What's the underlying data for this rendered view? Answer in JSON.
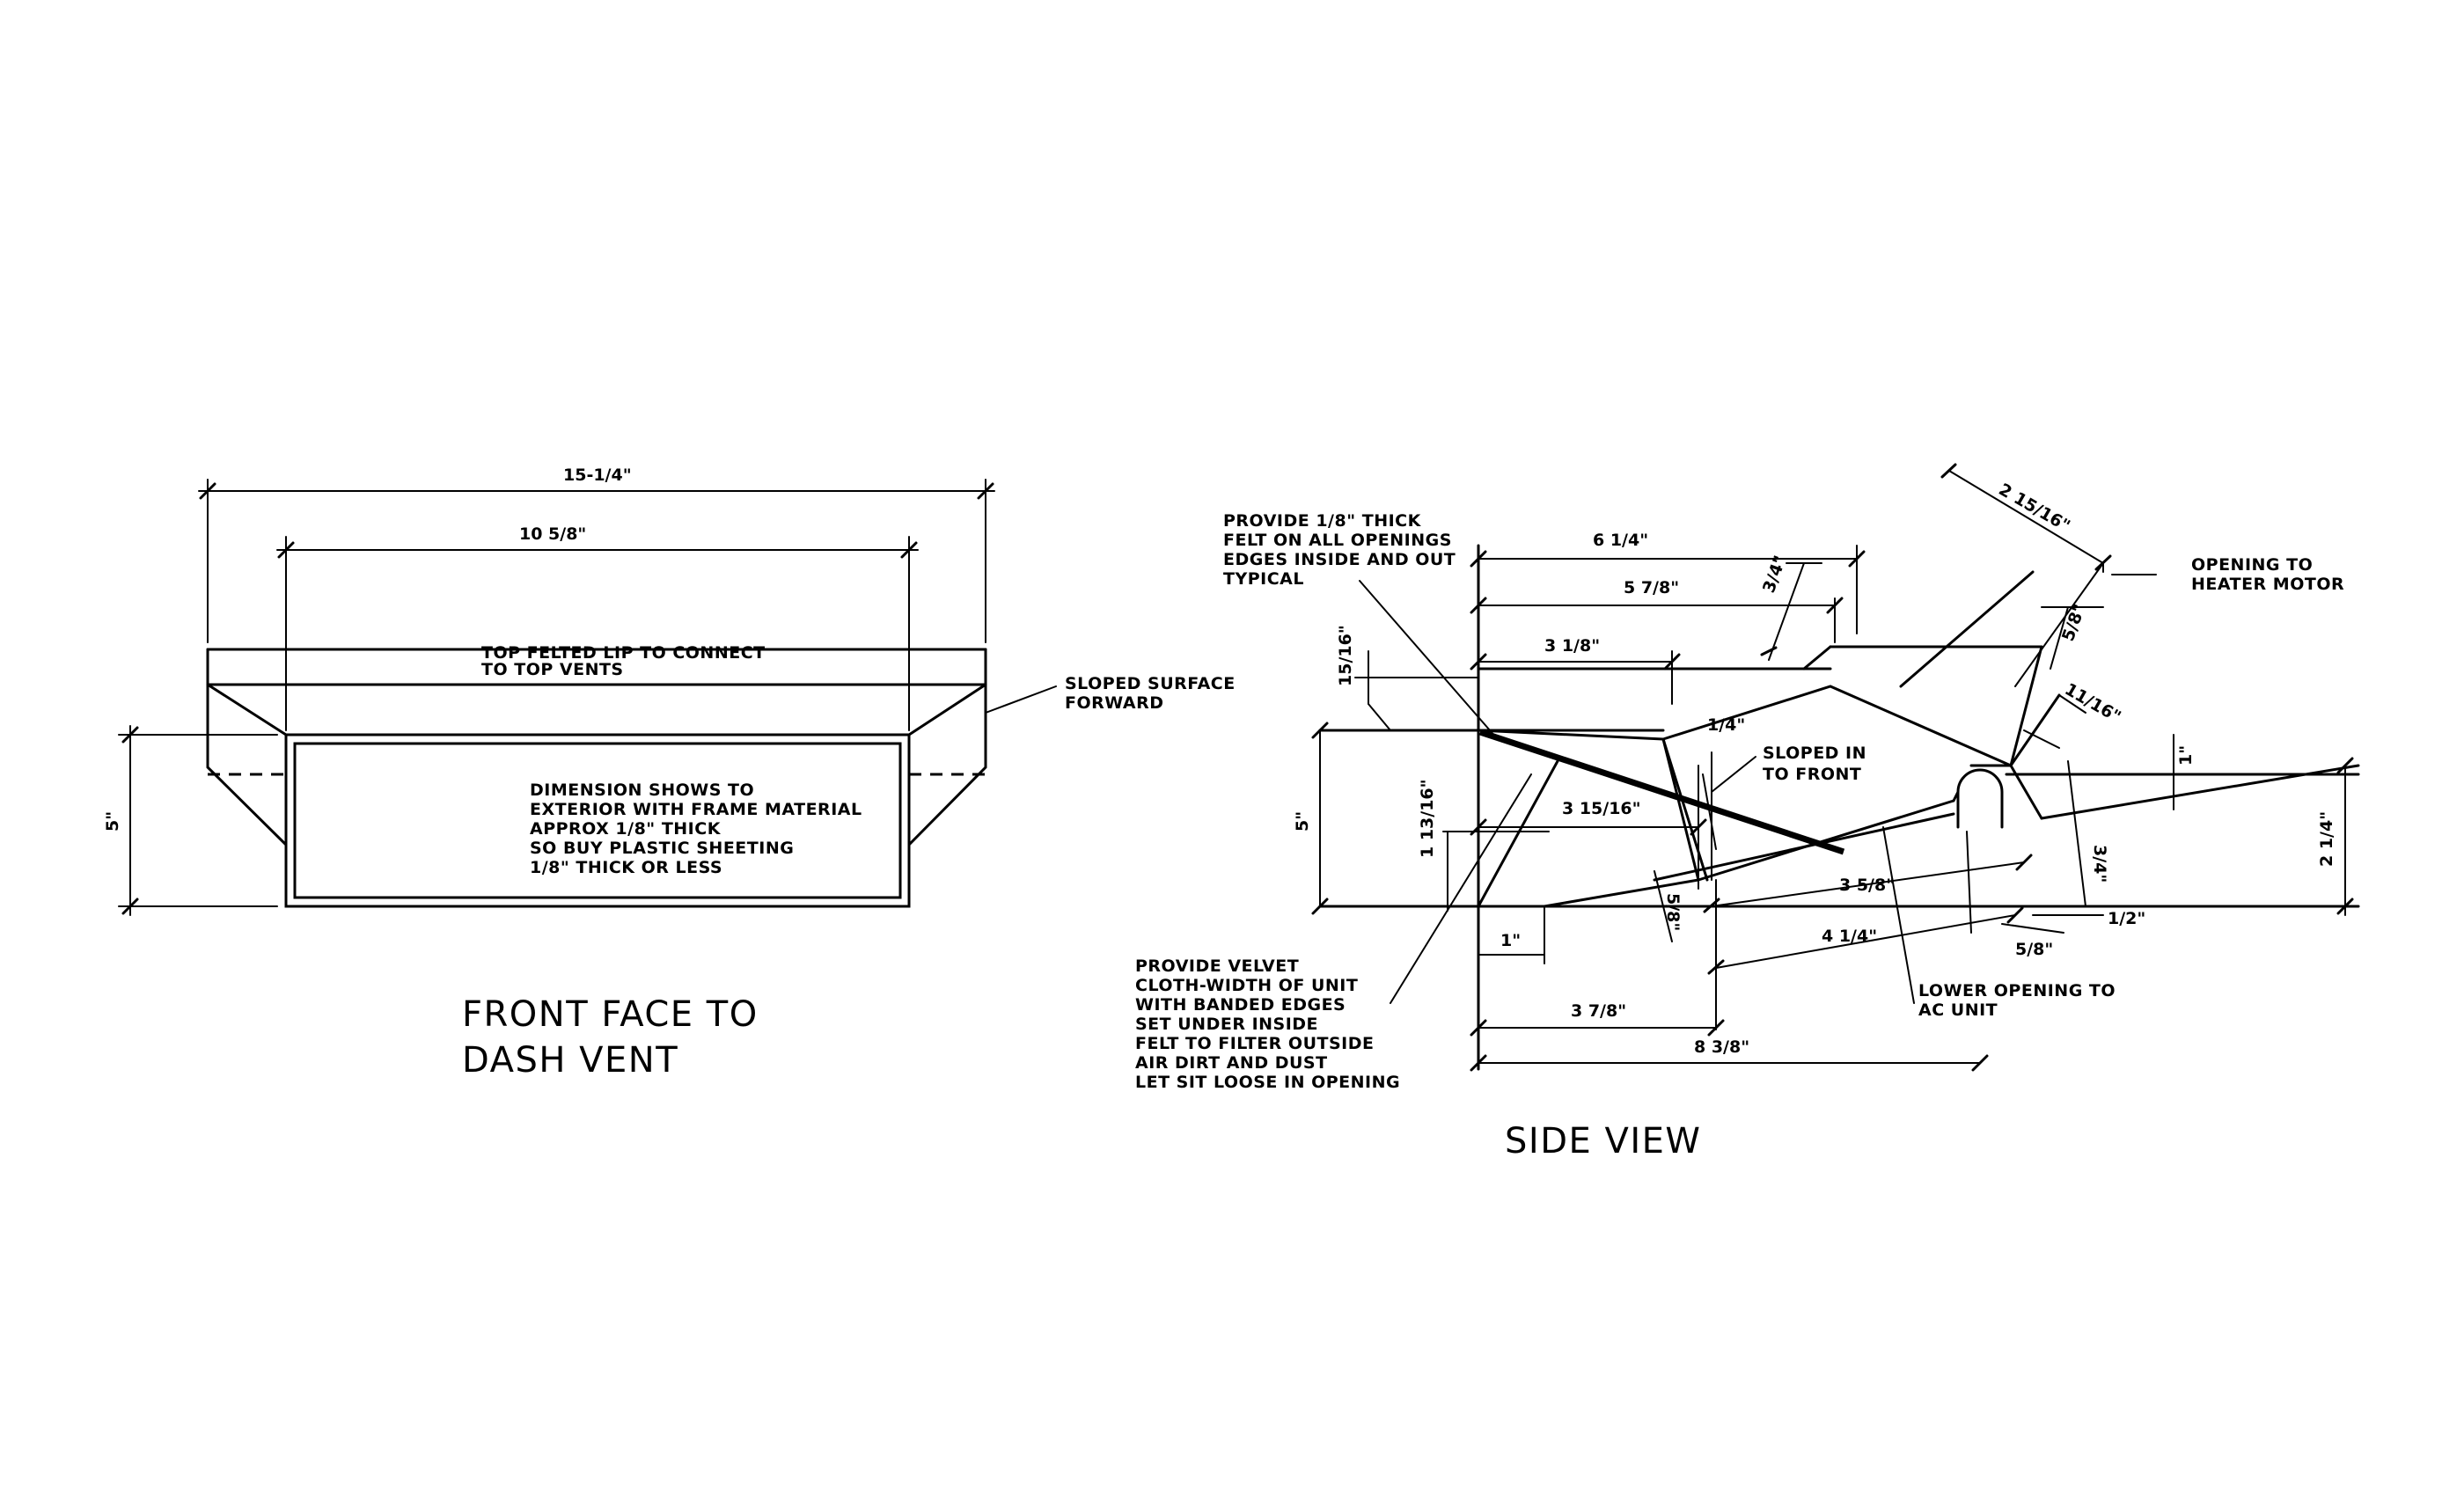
{
  "front_view": {
    "title_line1": "FRONT FACE TO",
    "title_line2": "DASH VENT",
    "dim_overall_width": "15-1/4\"",
    "dim_inner_width": "10 5/8\"",
    "dim_height": "5\"",
    "note_top_lip": [
      "TOP FELTED LIP TO CONNECT",
      "TO TOP VENTS"
    ],
    "note_sloped": [
      "SLOPED SURFACE",
      "FORWARD"
    ],
    "note_dimension": [
      "DIMENSION SHOWS TO",
      "EXTERIOR WITH FRAME MATERIAL",
      "APPROX 1/8\" THICK",
      "SO BUY PLASTIC SHEETING",
      "1/8\" THICK OR LESS"
    ]
  },
  "side_view": {
    "title": "SIDE VIEW",
    "notes": {
      "felt": [
        "PROVIDE 1/8\" THICK",
        "FELT ON ALL OPENINGS",
        "EDGES INSIDE AND OUT",
        "TYPICAL"
      ],
      "heater": [
        "OPENING TO",
        "HEATER MOTOR"
      ],
      "sloped_in": [
        "SLOPED IN",
        "TO FRONT"
      ],
      "velvet": [
        "PROVIDE VELVET",
        "CLOTH-WIDTH OF UNIT",
        "WITH BANDED EDGES",
        "SET UNDER INSIDE",
        "FELT TO FILTER OUTSIDE",
        "AIR DIRT AND DUST",
        "LET SIT LOOSE IN OPENING"
      ],
      "lower_opening": [
        "LOWER OPENING TO",
        "AC UNIT"
      ]
    },
    "dims": {
      "d_6_1_4": "6 1/4\"",
      "d_5_7_8": "5 7/8\"",
      "d_3_1_8": "3 1/8\"",
      "d_2_15_16": "2 15/16\"",
      "d_3_4_top": "3/4\"",
      "d_5_8_right": "5/8\"",
      "d_11_16": "11/16\"",
      "d_15_16": "15/16\"",
      "d_5_left": "5\"",
      "d_1_4": "1/4\"",
      "d_1_right": "1\"",
      "d_1_13_16": "1 13/16\"",
      "d_3_15_16": "3 15/16\"",
      "d_2_1_4": "2 1/4\"",
      "d_3_4_right": "3/4\"",
      "d_5_8_low": "5/8\"",
      "d_3_5_8": "3 5/8\"",
      "d_4_1_4": "4 1/4\"",
      "d_5_8_bottom": "5/8\"",
      "d_1_2": "1/2\"",
      "d_1": "1\"",
      "d_3_7_8": "3 7/8\"",
      "d_8_3_8": "8 3/8\""
    }
  }
}
